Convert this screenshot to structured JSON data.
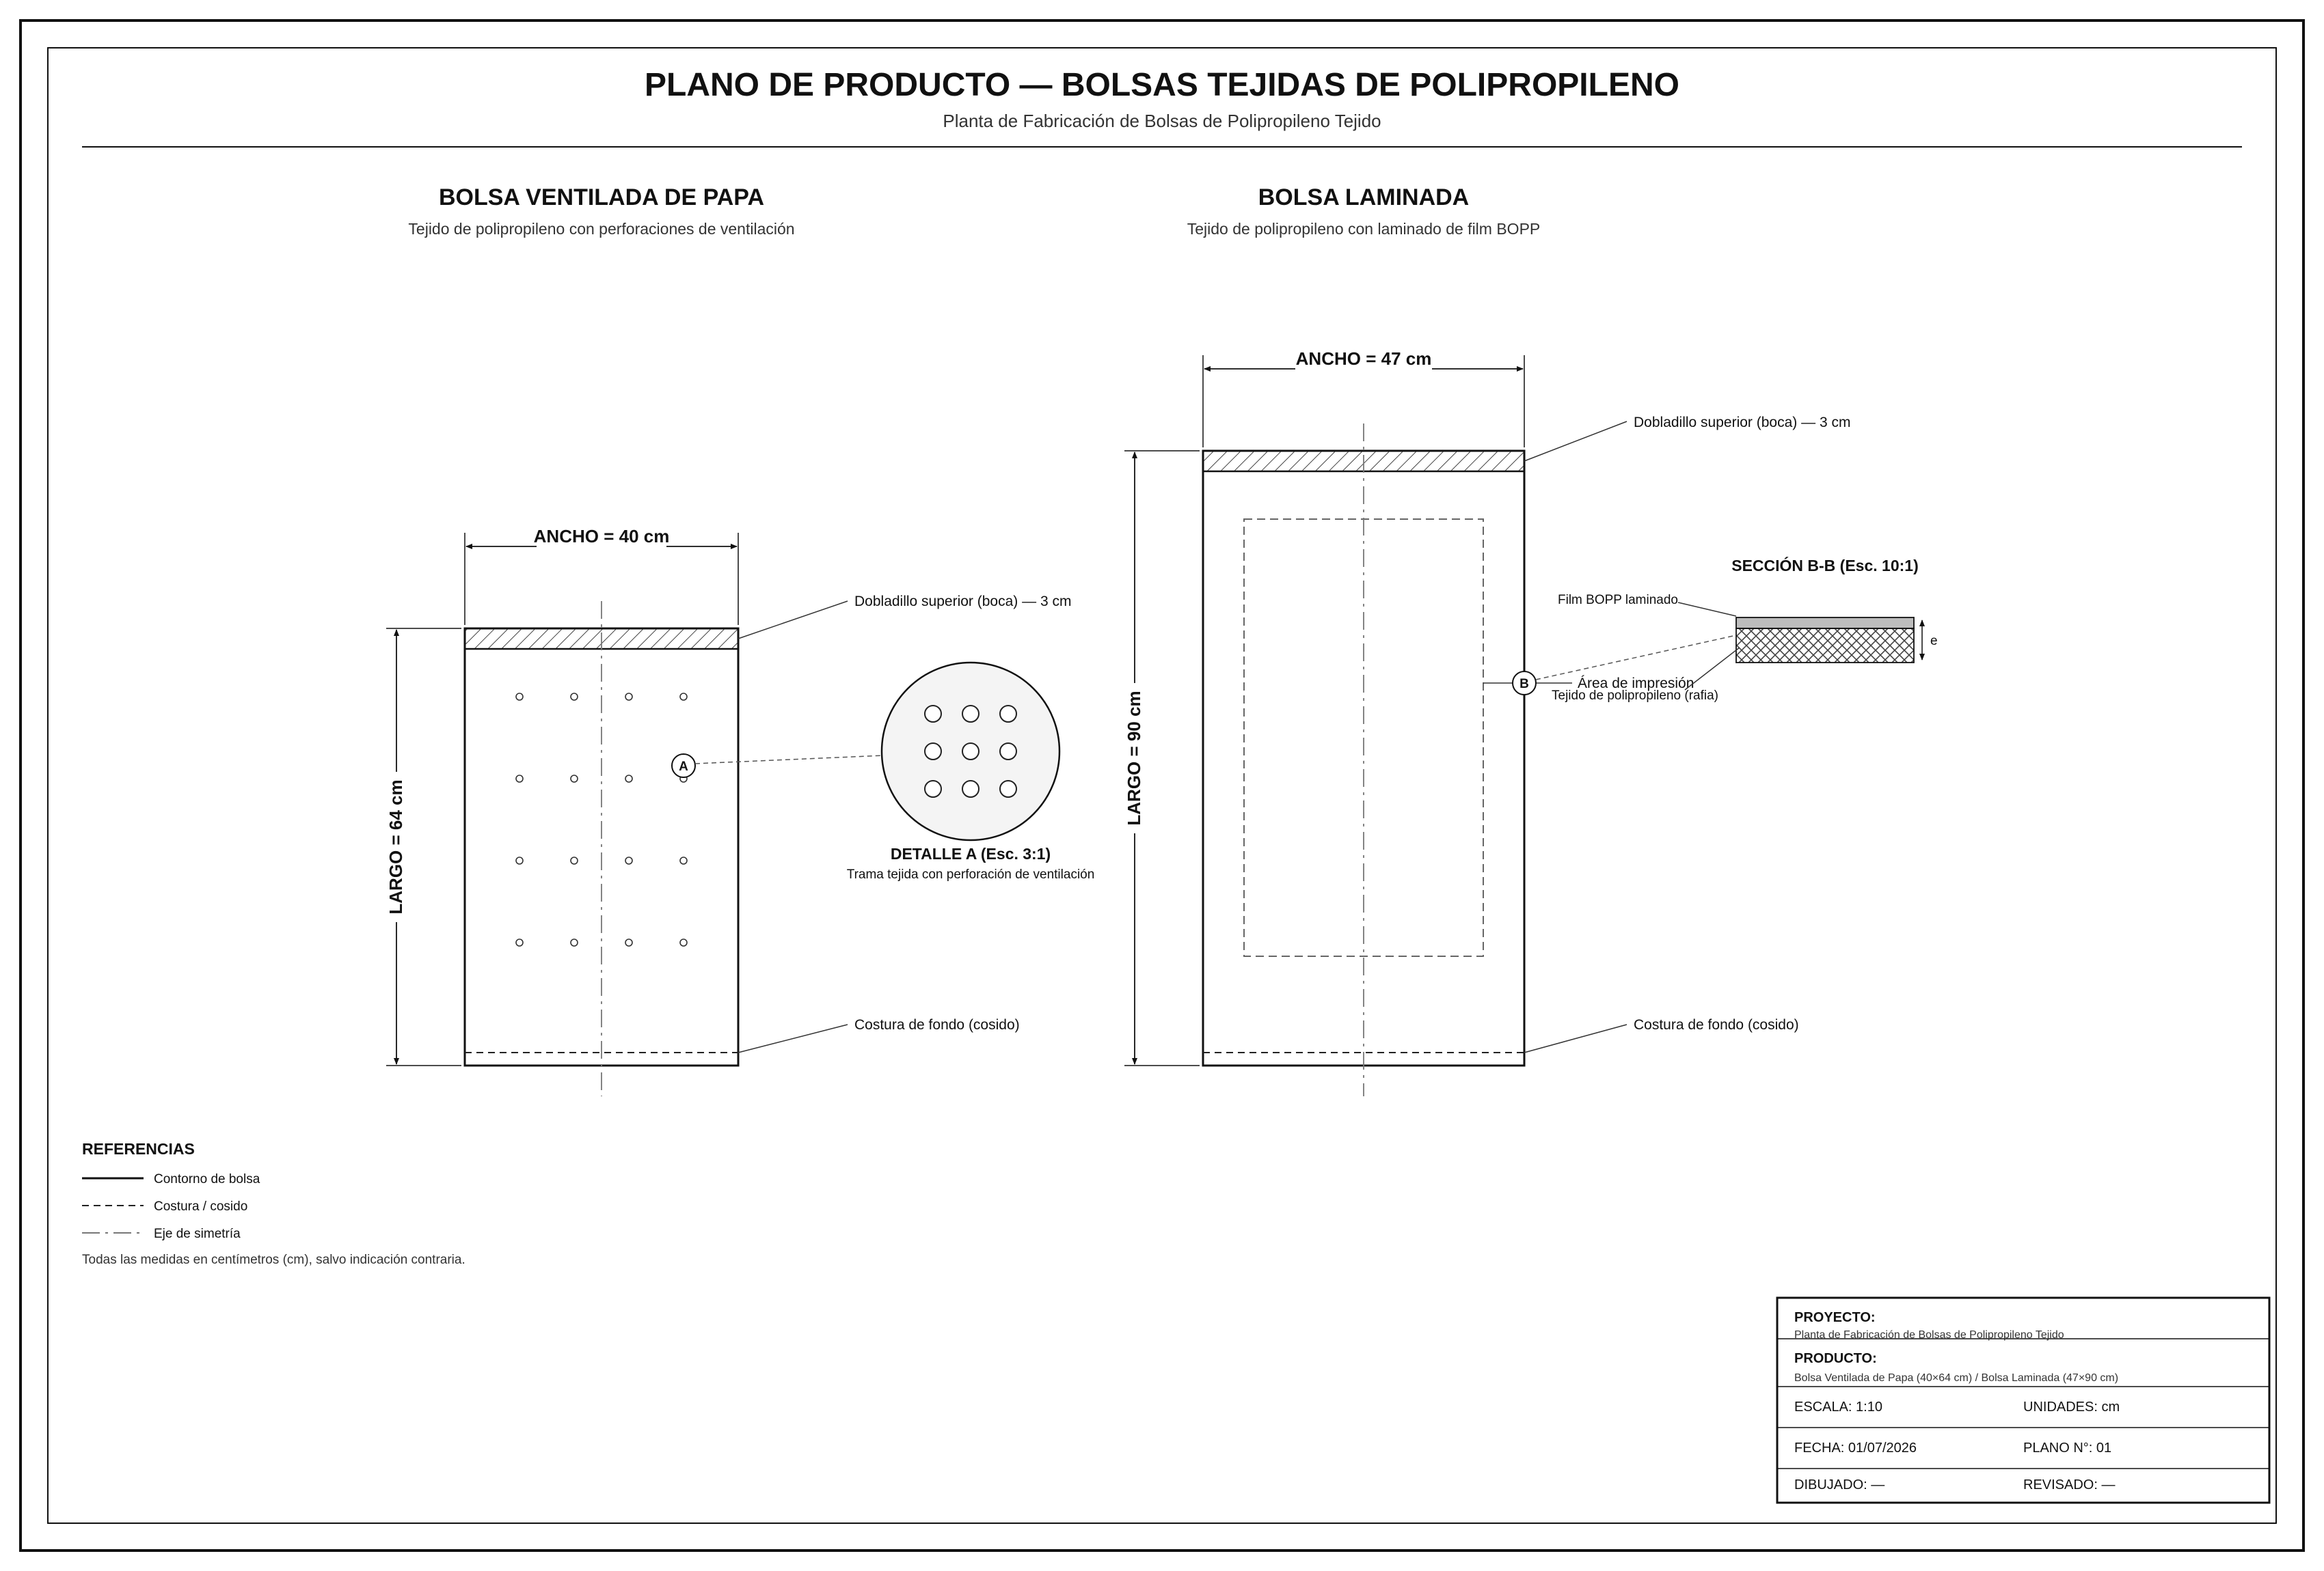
{
  "header": {
    "title": "PLANO DE PRODUCTO — BOLSAS TEJIDAS DE POLIPROPILENO",
    "subtitle": "Planta de Fabricación de Bolsas de Polipropileno Tejido"
  },
  "bag1": {
    "title": "BOLSA VENTILADA DE PAPA",
    "subtitle": "Tejido de polipropileno con perforaciones de ventilación",
    "width_label": "ANCHO = 40 cm",
    "length_label": "LARGO = 64 cm",
    "hem_label": "Dobladillo superior (boca) — 3 cm",
    "seam_label": "Costura de fondo (cosido)",
    "detail_marker": "A",
    "detail_title": "DETALLE A (Esc. 3:1)",
    "detail_caption": "Trama tejida con perforación de ventilación"
  },
  "bag2": {
    "title": "BOLSA LAMINADA",
    "subtitle": "Tejido de polipropileno con laminado de film BOPP",
    "width_label": "ANCHO = 47 cm",
    "length_label": "LARGO = 90 cm",
    "hem_label": "Dobladillo superior (boca) — 3 cm",
    "seam_label": "Costura de fondo (cosido)",
    "print_area_label": "Área de impresión",
    "section_marker": "B",
    "section_title": "SECCIÓN B-B (Esc. 10:1)",
    "film_label": "Film BOPP laminado",
    "fabric_label": "Tejido de polipropileno (rafia)",
    "thickness_label": "e"
  },
  "legend": {
    "title": "REFERENCIAS",
    "items": [
      {
        "style": "solid",
        "label": "Contorno de bolsa"
      },
      {
        "style": "dashed",
        "label": "Costura / cosido"
      },
      {
        "style": "dashdot",
        "label": "Eje de simetría"
      }
    ],
    "note": "Todas las medidas en centímetros (cm), salvo indicación contraria."
  },
  "titleblock": {
    "project_label": "PROYECTO:",
    "project_value": "Planta de Fabricación de Bolsas de Polipropileno Tejido",
    "product_label": "PRODUCTO:",
    "product_value": "Bolsa Ventilada de Papa (40×64 cm) / Bolsa Laminada (47×90 cm)",
    "scale": "ESCALA: 1:10",
    "units": "UNIDADES: cm",
    "date": "FECHA: 01/07/2026",
    "plan": "PLANO N°: 01",
    "drawn": "DIBUJADO: —",
    "revised": "REVISADO: —"
  }
}
